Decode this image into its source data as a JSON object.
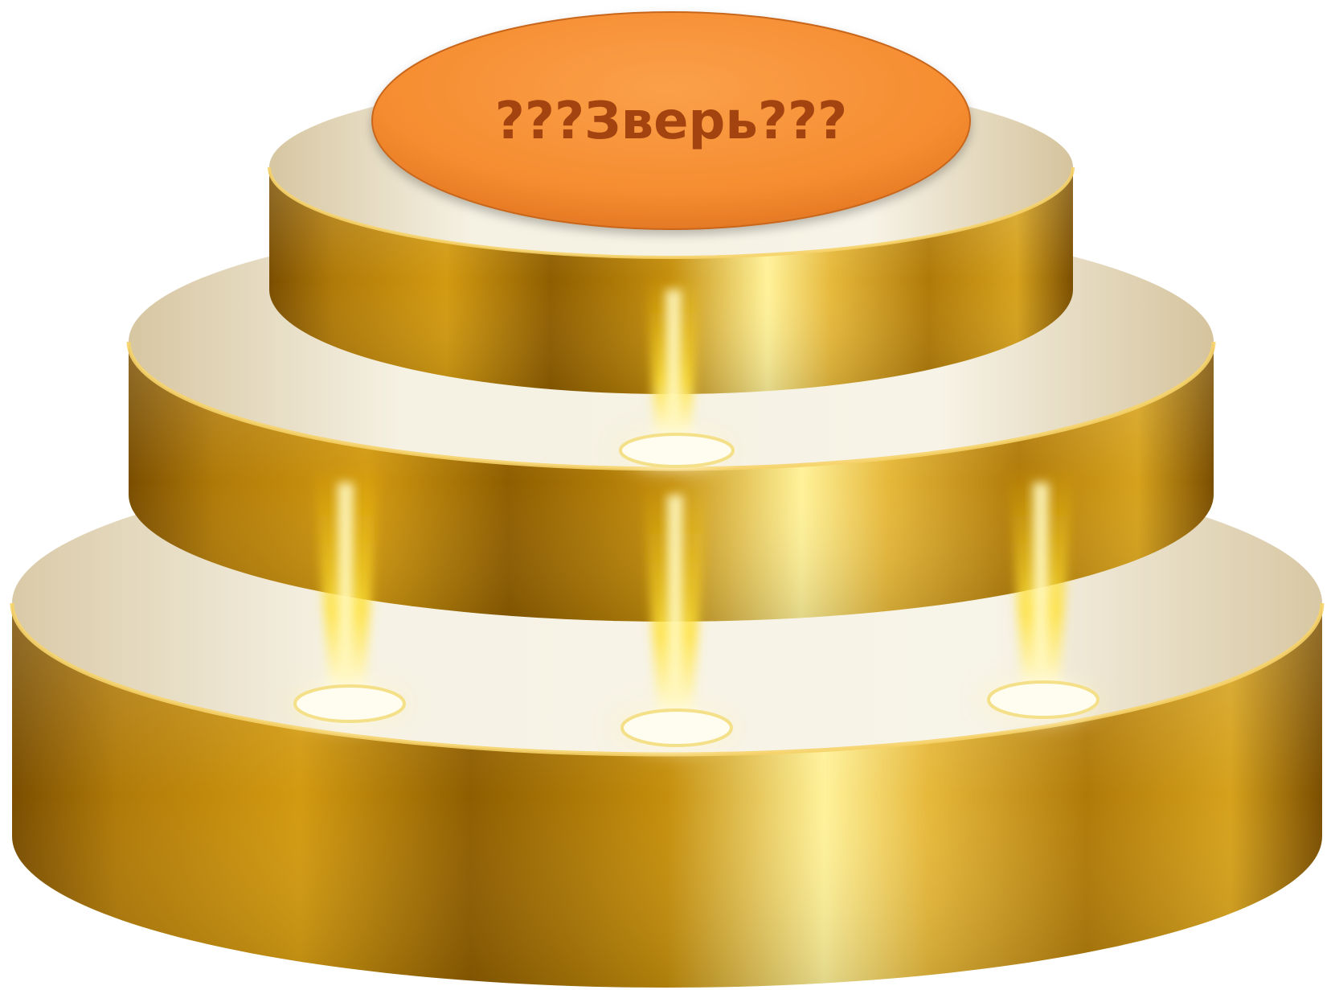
{
  "podium": {
    "label": "???Зверь???",
    "label_color": "#a3430f",
    "badge_color": "#f7923a",
    "gold_dark": "#8a5a00",
    "gold_light": "#fff59a",
    "top_surface": "#f2ecd8",
    "tiers": 3,
    "lights": 4
  }
}
